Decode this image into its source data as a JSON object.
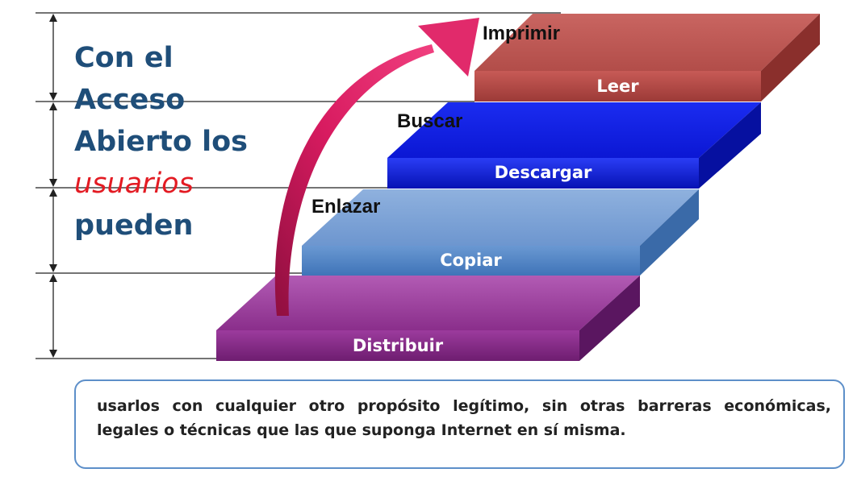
{
  "heading": {
    "line1": "Con el",
    "line2": "Acceso",
    "line3": "Abierto los",
    "line4": "usuarios",
    "line5": "pueden"
  },
  "steps": [
    {
      "label": "Distribuir",
      "color": "#8e2f8e"
    },
    {
      "label": "Copiar",
      "color": "#5b8ec7"
    },
    {
      "label": "Descargar",
      "color": "#0a14d8"
    },
    {
      "label": "Leer",
      "color": "#c0504d"
    }
  ],
  "side_labels": {
    "enlazar": "Enlazar",
    "buscar": "Buscar",
    "imprimir": "Imprimir"
  },
  "note": {
    "text": "usarlos con cualquier otro propósito legítimo, sin otras barreras económicas, legales o técnicas que las que suponga Internet en sí misma."
  },
  "colors": {
    "heading": "#1f4e79",
    "emphasis": "#e31b23",
    "arrow": "#d81b60",
    "note_border": "#5d8fc9"
  }
}
